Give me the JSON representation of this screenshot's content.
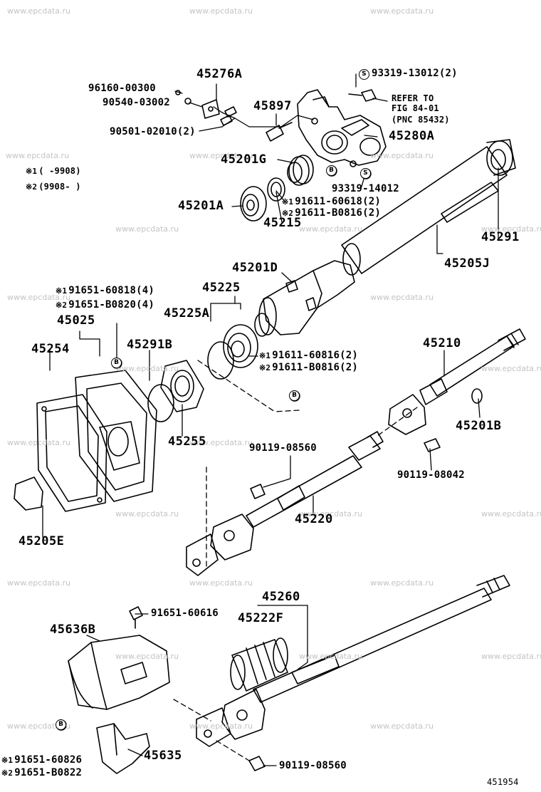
{
  "watermark": "www.epcdata.ru",
  "figure_id": "451954",
  "note_marks": {
    "m1": "※1",
    "m2": "※2",
    "badge_b": "B",
    "badge_s": "S"
  },
  "notes": {
    "n1_range": "(      -9908)",
    "n2_range": "(9908-      )"
  },
  "labels": {
    "p45276A": "45276A",
    "p96160": "96160-00300",
    "p90540": "90540-03002",
    "p90501": "90501-02010(2)",
    "p45897": "45897",
    "p93319_13012": "93319-13012(2)",
    "refer1": "REFER TO",
    "refer2": "FIG 84-01",
    "refer3": "(PNC 85432)",
    "p45280A": "45280A",
    "p45201G": "45201G",
    "p93319_14012": "93319-14012",
    "p91611_60618": "91611-60618(2)",
    "p91611_B0816a": "91611-B0816(2)",
    "p45201A": "45201A",
    "p45215": "45215",
    "p45291": "45291",
    "p45205J": "45205J",
    "p45201D": "45201D",
    "p91651_60818": "91651-60818(4)",
    "p91651_B0820": "91651-B0820(4)",
    "p45225": "45225",
    "p45225A": "45225A",
    "p45025": "45025",
    "p45254": "45254",
    "p45291B": "45291B",
    "p91611_60816": "91611-60816(2)",
    "p91611_B0816b": "91611-B0816(2)",
    "p45210": "45210",
    "p45201B": "45201B",
    "p45255": "45255",
    "p90119_08560a": "90119-08560",
    "p90119_08042": "90119-08042",
    "p45220": "45220",
    "p45205E": "45205E",
    "p45260": "45260",
    "p91651_60616": "91651-60616",
    "p45222F": "45222F",
    "p45636B": "45636B",
    "p91651_60826": "91651-60826",
    "p91651_B0822": "91651-B0822",
    "p45635": "45635",
    "p90119_08560b": "90119-08560"
  }
}
